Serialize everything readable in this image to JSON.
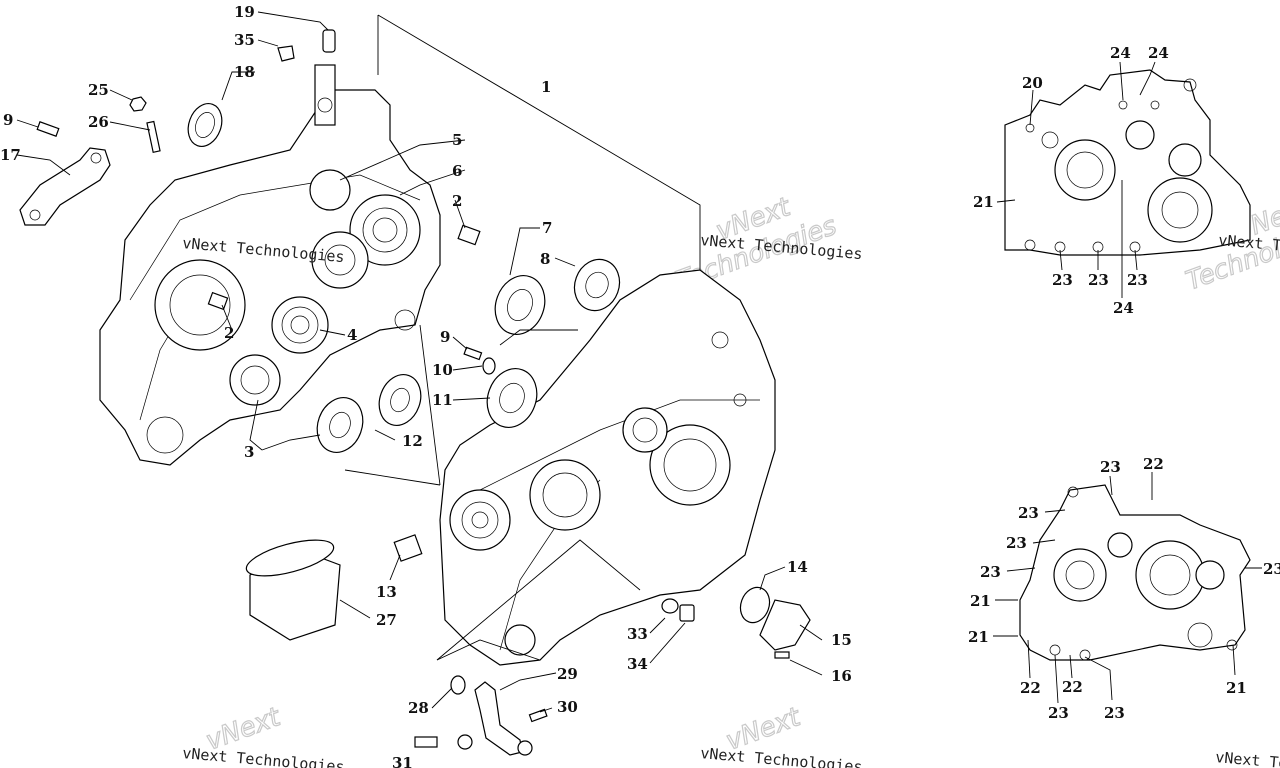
{
  "watermark": {
    "company": "vNext Technologies",
    "brand_big": "vNext",
    "brand_big2": "Technologies"
  },
  "callouts": [
    {
      "id": "c19",
      "text": "19"
    },
    {
      "id": "c35",
      "text": "35"
    },
    {
      "id": "c18",
      "text": "18"
    },
    {
      "id": "c25",
      "text": "25"
    },
    {
      "id": "c26",
      "text": "26"
    },
    {
      "id": "c9a",
      "text": "9"
    },
    {
      "id": "c17",
      "text": "17"
    },
    {
      "id": "c1",
      "text": "1"
    },
    {
      "id": "c5",
      "text": "5"
    },
    {
      "id": "c6",
      "text": "6"
    },
    {
      "id": "c2a",
      "text": "2"
    },
    {
      "id": "c2b",
      "text": "2"
    },
    {
      "id": "c4",
      "text": "4"
    },
    {
      "id": "c3",
      "text": "3"
    },
    {
      "id": "c12",
      "text": "12"
    },
    {
      "id": "c7",
      "text": "7"
    },
    {
      "id": "c8",
      "text": "8"
    },
    {
      "id": "c9b",
      "text": "9"
    },
    {
      "id": "c10",
      "text": "10"
    },
    {
      "id": "c11",
      "text": "11"
    },
    {
      "id": "c13",
      "text": "13"
    },
    {
      "id": "c27",
      "text": "27"
    },
    {
      "id": "c14",
      "text": "14"
    },
    {
      "id": "c15",
      "text": "15"
    },
    {
      "id": "c16",
      "text": "16"
    },
    {
      "id": "c33",
      "text": "33"
    },
    {
      "id": "c34",
      "text": "34"
    },
    {
      "id": "c29",
      "text": "29"
    },
    {
      "id": "c28",
      "text": "28"
    },
    {
      "id": "c30",
      "text": "30"
    },
    {
      "id": "c31",
      "text": "31"
    },
    {
      "id": "r20",
      "text": "20"
    },
    {
      "id": "r24a",
      "text": "24"
    },
    {
      "id": "r24b",
      "text": "24"
    },
    {
      "id": "r21a",
      "text": "21"
    },
    {
      "id": "r23a",
      "text": "23"
    },
    {
      "id": "r23b",
      "text": "23"
    },
    {
      "id": "r23c",
      "text": "23"
    },
    {
      "id": "r24c",
      "text": "24"
    },
    {
      "id": "s23a",
      "text": "23"
    },
    {
      "id": "s22a",
      "text": "22"
    },
    {
      "id": "s23b",
      "text": "23"
    },
    {
      "id": "s23c",
      "text": "23"
    },
    {
      "id": "s23d",
      "text": "23"
    },
    {
      "id": "s23e",
      "text": "23"
    },
    {
      "id": "s21a",
      "text": "21"
    },
    {
      "id": "s21b",
      "text": "21"
    },
    {
      "id": "s22b",
      "text": "22"
    },
    {
      "id": "s22c",
      "text": "22"
    },
    {
      "id": "s23f",
      "text": "23"
    },
    {
      "id": "s23g",
      "text": "23"
    },
    {
      "id": "s21c",
      "text": "21"
    }
  ]
}
